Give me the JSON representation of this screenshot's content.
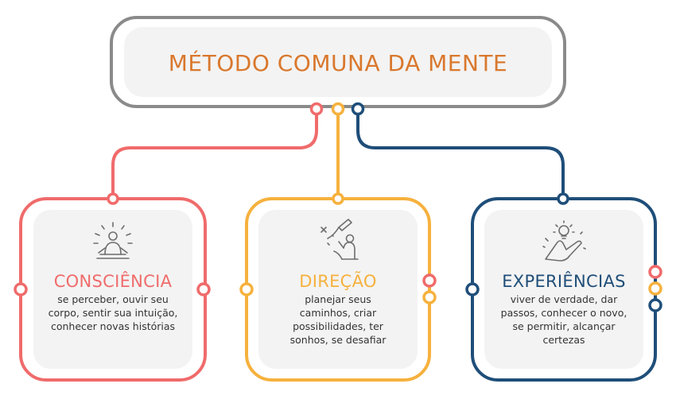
{
  "title": "MÉTODO COMUNA DA MENTE",
  "colors": {
    "title": "#d9782d",
    "frame": "#8a8a8a",
    "panel_bg": "#f3f3f3",
    "red": "#f06b6b",
    "yellow": "#f6b13d",
    "blue": "#1f4e79"
  },
  "cards": [
    {
      "heading": "CONSCIÊNCIA",
      "description": "se perceber, ouvir seu corpo, sentir sua intuição, conhecer novas histórias",
      "color": "#f06b6b",
      "icon": "meditation-person-icon"
    },
    {
      "heading": "DIREÇÃO",
      "description": "planejar seus caminhos, criar possibilidades, ter sonhos, se desafiar",
      "color": "#f6b13d",
      "icon": "person-drawing-path-icon"
    },
    {
      "heading": "EXPERIÊNCIAS",
      "description": "viver de verdade, dar passos, conhecer o novo, se permitir, alcançar certezas",
      "color": "#1f4e79",
      "icon": "hand-lightbulb-icon"
    }
  ]
}
